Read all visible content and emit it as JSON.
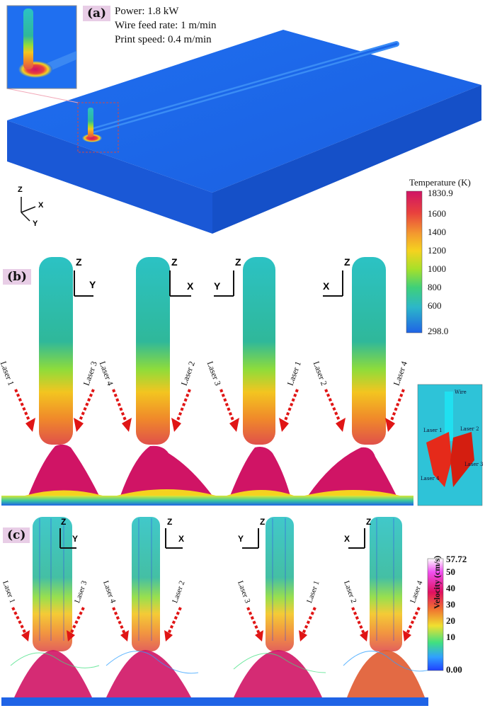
{
  "panel_a": {
    "label": "(a)",
    "params": {
      "power": "Power: 1.8 kW",
      "wire_feed": "Wire feed rate: 1 m/min",
      "print_speed": "Print speed: 0.4 m/min"
    },
    "axes": {
      "z": "Z",
      "x": "X",
      "y": "Y"
    }
  },
  "temperature_scale": {
    "title": "Temperature (K)",
    "ticks": [
      "1830.9",
      "1600",
      "1400",
      "1200",
      "1000",
      "800",
      "600",
      "298.0"
    ],
    "colors": [
      "#d01465",
      "#e8403e",
      "#f39a2f",
      "#f5d21f",
      "#a6e02a",
      "#3fd07a",
      "#2cb7c9",
      "#1f63e6"
    ]
  },
  "panel_b": {
    "label": "(b)",
    "views": [
      {
        "axis_v": "Z",
        "axis_h": "Y",
        "left_laser": "Laser 1",
        "right_laser": "Laser 3"
      },
      {
        "axis_v": "Z",
        "axis_h": "X",
        "left_laser": "Laser 4",
        "right_laser": "Laser 2"
      },
      {
        "axis_v": "Z",
        "axis_h": "Y",
        "left_laser": "Laser 3",
        "right_laser": "Laser 1"
      },
      {
        "axis_v": "Z",
        "axis_h": "X",
        "left_laser": "Laser 2",
        "right_laser": "Laser 4"
      }
    ],
    "inset": {
      "wire": "Wire",
      "laser1": "Laser 1",
      "laser2": "Laser 2",
      "laser3": "Laser 3",
      "laser4": "Laser 4"
    }
  },
  "velocity_scale": {
    "title": "Velocity (cm/s)",
    "ticks": [
      "57.72",
      "50",
      "40",
      "30",
      "20",
      "10",
      "0.00"
    ],
    "colors": [
      "#ffffff",
      "#f050f0",
      "#e01060",
      "#f07030",
      "#f0e030",
      "#40e080",
      "#30a0ff",
      "#2040ff"
    ]
  },
  "panel_c": {
    "label": "(c)",
    "views": [
      {
        "axis_v": "Z",
        "axis_h": "Y",
        "left_laser": "Laser 1",
        "right_laser": "Laser 3"
      },
      {
        "axis_v": "Z",
        "axis_h": "X",
        "left_laser": "Laser 4",
        "right_laser": "Laser 2"
      },
      {
        "axis_v": "Z",
        "axis_h": "Y",
        "left_laser": "Laser 3",
        "right_laser": "Laser 1"
      },
      {
        "axis_v": "Z",
        "axis_h": "X",
        "left_laser": "Laser 2",
        "right_laser": "Laser 4"
      }
    ]
  }
}
